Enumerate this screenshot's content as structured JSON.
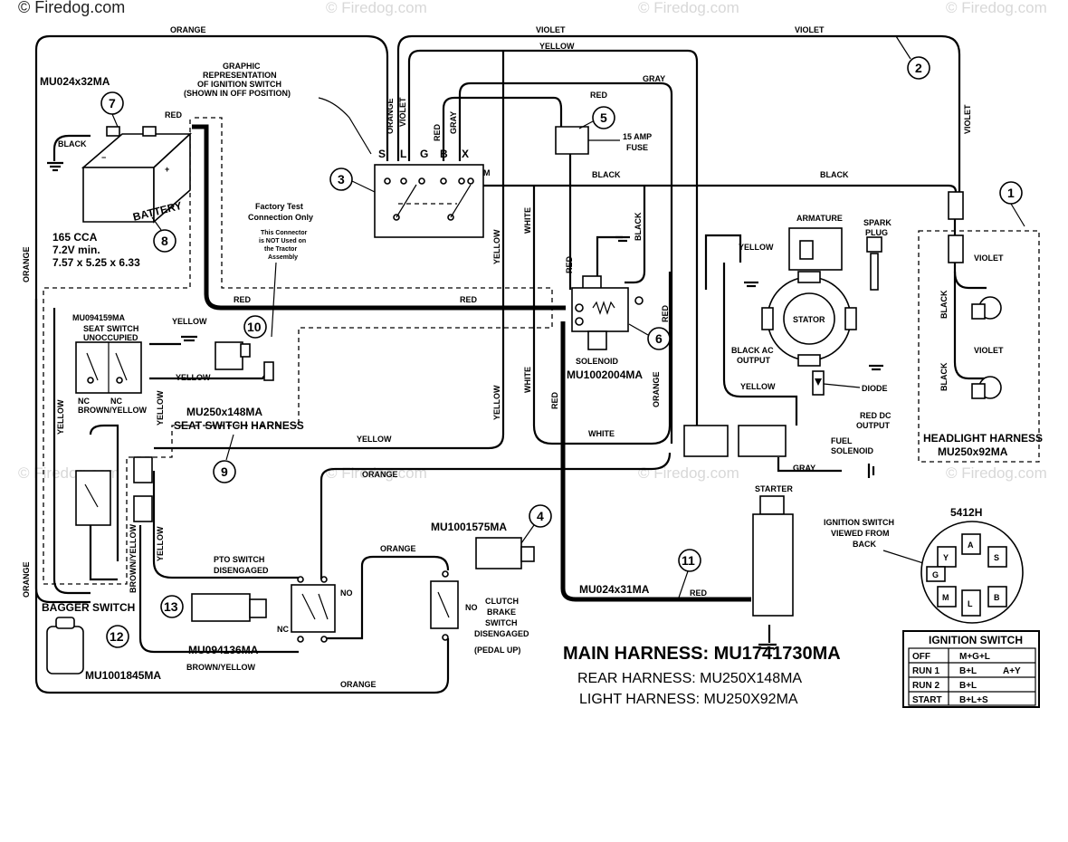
{
  "watermark": {
    "corner": "© Firedog.com",
    "repeat": "© Firedog.com"
  },
  "title": {
    "main": "MAIN HARNESS: MU1741730MA",
    "rear": "REAR HARNESS: MU250X148MA",
    "light": "LIGHT HARNESS: MU250X92MA"
  },
  "callouts": [
    "1",
    "2",
    "3",
    "4",
    "5",
    "6",
    "7",
    "8",
    "9",
    "10",
    "11",
    "12",
    "13"
  ],
  "wire_labels": {
    "orange": "ORANGE",
    "violet": "VIOLET",
    "yellow": "YELLOW",
    "red": "RED",
    "gray": "GRAY",
    "black": "BLACK",
    "white": "WHITE",
    "brown_yellow": "BROWN/YELLOW"
  },
  "battery": {
    "part": "MU024x32MA",
    "name": "BATTERY",
    "spec1": "165 CCA",
    "spec2": "7.2V min.",
    "spec3": "7.57 x 5.25 x 6.33"
  },
  "ignition_graphic": {
    "line1": "GRAPHIC",
    "line2": "REPRESENTATION",
    "line3": "OF IGNITION SWITCH",
    "line4": "(SHOWN IN OFF POSITION)",
    "terminals": [
      "S",
      "L",
      "G",
      "B",
      "X"
    ],
    "m": "M"
  },
  "fuse": {
    "line1": "15 AMP",
    "line2": "FUSE"
  },
  "factory_test": {
    "line1": "Factory Test",
    "line2": "Connection Only",
    "line3": "This Connector",
    "line4": "is NOT Used on",
    "line5": "the Tractor",
    "line6": "Assembly"
  },
  "seat_switch": {
    "part": "MU094159MA",
    "line1": "SEAT SWITCH",
    "line2": "UNOCCUPIED",
    "nc": "NC"
  },
  "seat_harness": {
    "part": "MU250x148MA",
    "name": "SEAT SWITCH HARNESS"
  },
  "solenoid": {
    "name": "SOLENOID",
    "part": "MU1002004MA"
  },
  "engine": {
    "armature": "ARMATURE",
    "spark1": "SPARK",
    "spark2": "PLUG",
    "stator": "STATOR",
    "black_ac1": "BLACK AC",
    "black_ac2": "OUTPUT",
    "diode": "DIODE",
    "red_dc1": "RED DC",
    "red_dc2": "OUTPUT",
    "fuel1": "FUEL",
    "fuel2": "SOLENOID"
  },
  "headlight": {
    "name": "HEADLIGHT HARNESS",
    "part": "MU250x92MA"
  },
  "starter": {
    "name": "STARTER",
    "part": "MU024x31MA"
  },
  "pto": {
    "line1": "PTO SWITCH",
    "line2": "DISENGAGED",
    "nc": "NC",
    "no": "NO",
    "part": "MU094136MA"
  },
  "clutch": {
    "part": "MU1001575MA",
    "line1": "CLUTCH",
    "line2": "BRAKE",
    "line3": "SWITCH",
    "line4": "DISENGAGED",
    "line5": "(PEDAL UP)",
    "no": "NO"
  },
  "bagger": {
    "name": "BAGGER  SWITCH",
    "part": "MU1001845MA"
  },
  "ignition_view": {
    "model": "5412H",
    "line1": "IGNITION SWITCH",
    "line2": "VIEWED FROM",
    "line3": "BACK",
    "pins": [
      "Y",
      "A",
      "S",
      "G",
      "M",
      "L",
      "B"
    ]
  },
  "ignition_table": {
    "title": "IGNITION SWITCH",
    "rows": [
      {
        "pos": "OFF",
        "c1": "M+G+L",
        "c2": ""
      },
      {
        "pos": "RUN 1",
        "c1": "B+L",
        "c2": "A+Y"
      },
      {
        "pos": "RUN 2",
        "c1": "B+L",
        "c2": ""
      },
      {
        "pos": "START",
        "c1": "B+L+S",
        "c2": ""
      }
    ]
  }
}
